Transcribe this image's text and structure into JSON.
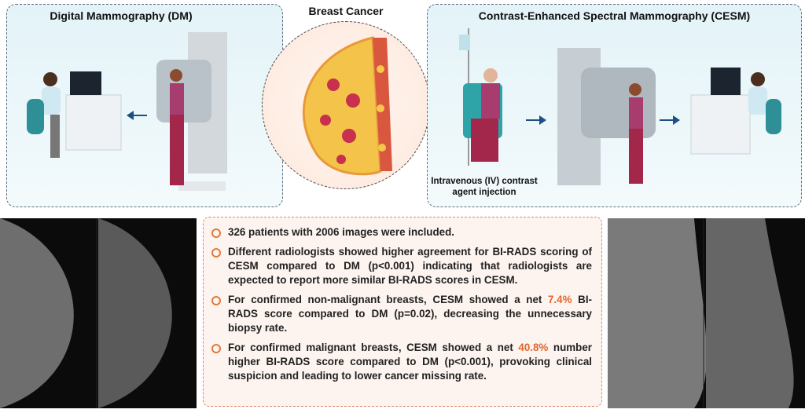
{
  "center": {
    "title": "Breast Cancer"
  },
  "left_panel": {
    "title": "Digital Mammography (DM)"
  },
  "right_panel": {
    "title": "Contrast-Enhanced Spectral Mammography (CESM)",
    "caption_line1": "Intravenous (IV) contrast",
    "caption_line2": "agent injection"
  },
  "findings": [
    {
      "pre": "326 patients with 2006 images were included.",
      "highlight": "",
      "post": ""
    },
    {
      "pre": "Different radiologists showed higher agreement for BI-RADS scoring of CESM compared to DM (p<0.001) indicating that radiologists are expected to report more similar BI-RADS scores in CESM.",
      "highlight": "",
      "post": ""
    },
    {
      "pre": "For confirmed non-malignant breasts, CESM showed a net ",
      "highlight": "7.4%",
      "post": " BI-RADS score compared to DM (p=0.02), decreasing the unnecessary biopsy rate."
    },
    {
      "pre": "For confirmed malignant breasts, CESM showed a net ",
      "highlight": "40.8%",
      "post": " number higher BI-RADS score compared to DM (p<0.001), provoking clinical suspicion and leading to lower cancer missing rate."
    }
  ],
  "colors": {
    "accent": "#e3662c",
    "arrow": "#1d4f86",
    "panel_border": "#5a6f80"
  }
}
